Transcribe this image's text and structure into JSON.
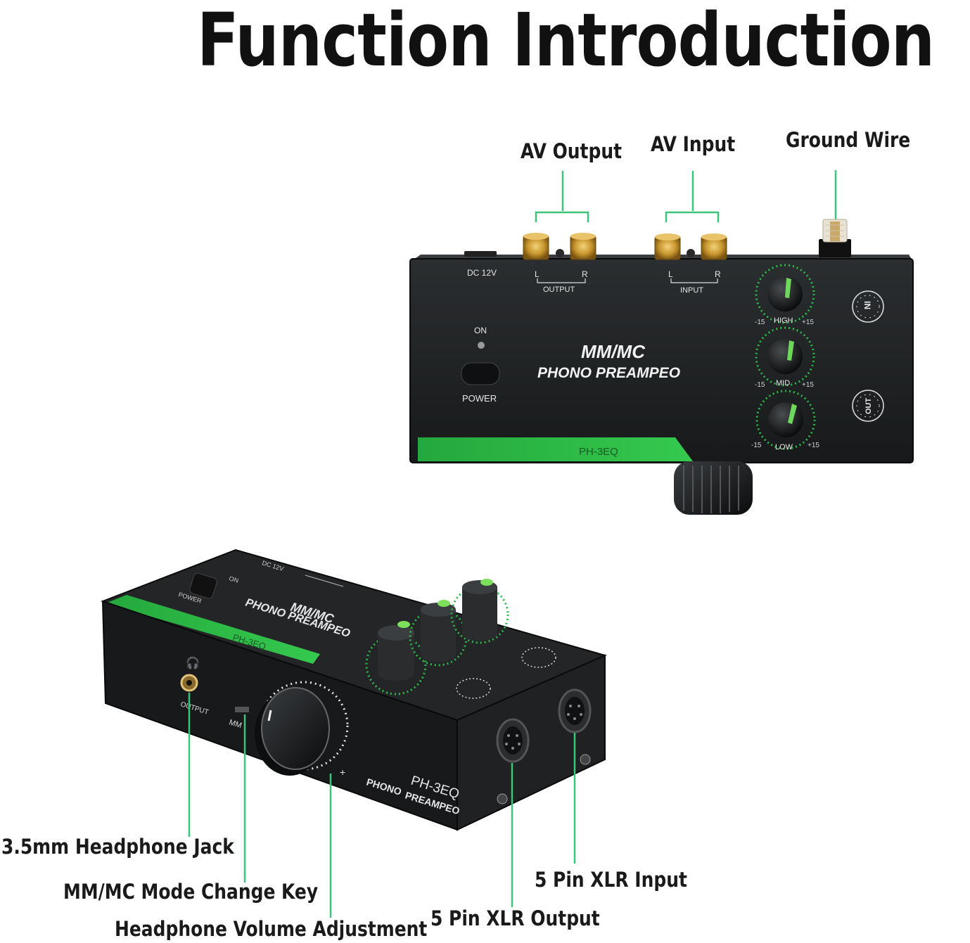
{
  "title": "Function Introduction",
  "callouts": {
    "av_output": "AV Output",
    "av_input": "AV Input",
    "ground_wire": "Ground Wire",
    "headphone_jack": "3.5mm Headphone Jack",
    "mode_key": "MM/MC Mode Change Key",
    "volume": "Headphone Volume Adjustment",
    "xlr_output": "5 Pin XLR Output",
    "xlr_input": "5 Pin XLR Input"
  },
  "device_top": {
    "dc": "DC 12V",
    "l": "L",
    "r": "R",
    "output": "OUTPUT",
    "input": "INPUT",
    "on": "ON",
    "power": "POWER",
    "brand_line1": "MM/MC",
    "brand_line2": "PHONO  PREAMPEO",
    "model": "PH-3EQ",
    "high": "HIGH",
    "mid": "MID",
    "low": "LOW",
    "minus": "-15",
    "plus": "+15",
    "in_label": "IN",
    "out_label": "OUT"
  },
  "device_front": {
    "model": "PH-3EQ",
    "brand_line1": "PHONO",
    "brand_line2": "PREAMPEO",
    "output": "OUTPUT",
    "mm": "MM",
    "plus": "+",
    "top_brand1": "MM/MC",
    "top_brand2": "PHONO PREAMPEO",
    "top_model": "PH-3EQ",
    "power": "POWER",
    "on": "ON",
    "dc": "DC 12V"
  },
  "colors": {
    "accent_green": "#2db84a",
    "leader_green": "#3cc47a",
    "body": "#1c1e1f",
    "gold": "#c8962e"
  }
}
